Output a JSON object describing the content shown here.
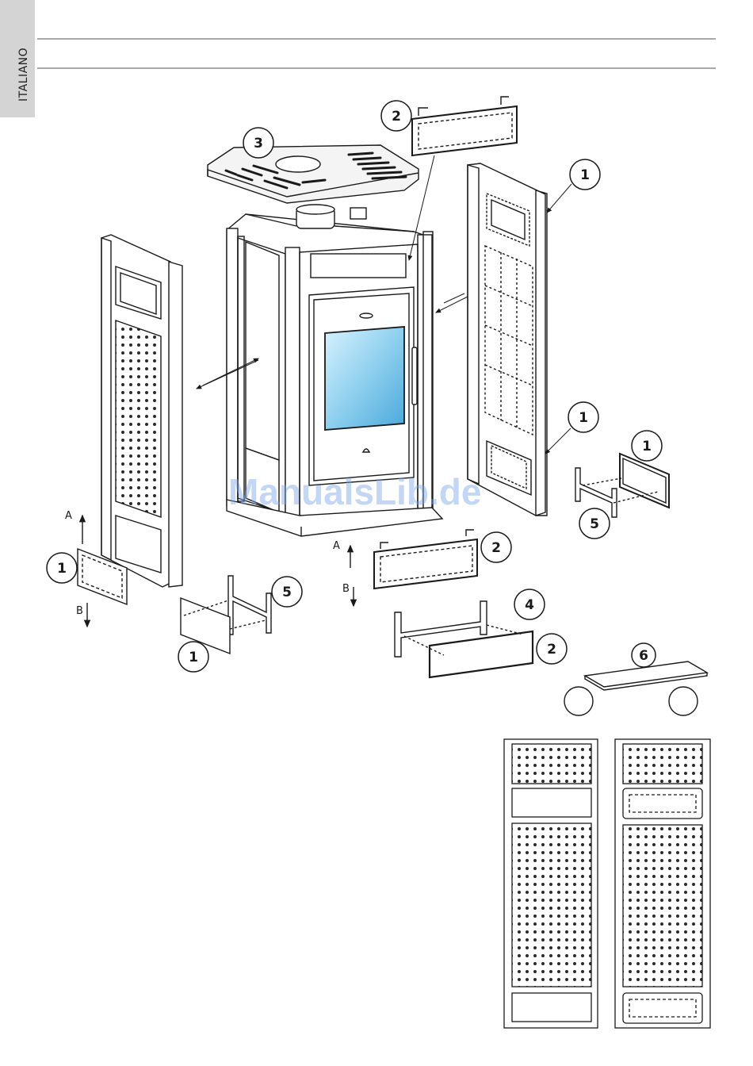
{
  "sidebar": {
    "language": "ITALIANO"
  },
  "watermark": {
    "text": "ManualsLib.de"
  },
  "callouts": {
    "top_panel": "3",
    "top_front_panel": "2",
    "right_side_upper": "1",
    "right_side_lower": "1",
    "right_small_panel": "1",
    "right_bracket": "5",
    "left_small_panel": "1",
    "left_bracket": "5",
    "left_bottom_panel": "1",
    "front_lower_panel": "2",
    "front_bracket": "4",
    "front_bottom_panel": "2",
    "shelf": "6"
  },
  "directions": {
    "left_up": "A",
    "left_down": "B",
    "center_up": "A",
    "center_down": "B"
  },
  "colors": {
    "glass": "#8fd0ee",
    "line": "#1a1a1a",
    "rule": "#a8a8a8",
    "tab": "#d4d4d4"
  }
}
